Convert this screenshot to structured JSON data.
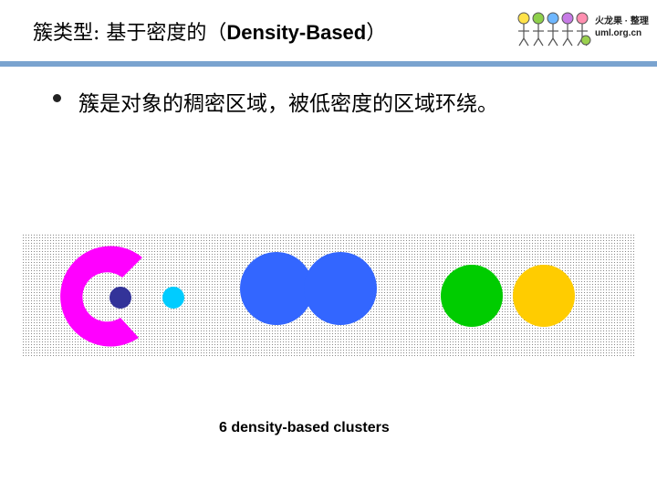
{
  "slide": {
    "title_cn": "簇类型: 基于密度的（",
    "title_en": "Density-Based",
    "title_close": "）",
    "bullet_text": "簇是对象的稠密区域，被低密度的区域环绕。",
    "caption": "6 density-based clusters"
  },
  "logo": {
    "line1": "火龙果 · 整理",
    "line2": "uml.org.cn"
  },
  "figure": {
    "clusters": [
      {
        "shape": "c-shape",
        "color": "#ff00ff"
      },
      {
        "shape": "small-circle",
        "color": "#333399"
      },
      {
        "shape": "small-circle",
        "color": "#00ccff"
      },
      {
        "shape": "double-circle",
        "color": "#3366ff"
      },
      {
        "shape": "circle",
        "color": "#00cc00"
      },
      {
        "shape": "circle",
        "color": "#ffcc00"
      }
    ]
  },
  "colors": {
    "rule": "#7aa3cf",
    "noise_dot": "#888888"
  }
}
